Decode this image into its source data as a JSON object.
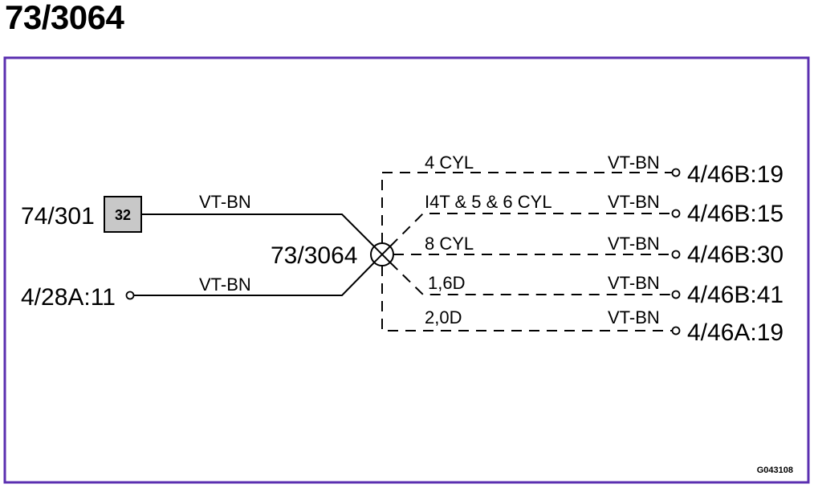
{
  "page_title": "73/3064",
  "frame_color": "#5b2fb0",
  "splice": {
    "label": "73/3064"
  },
  "left_inputs": [
    {
      "terminal": "74/301",
      "pin": "32",
      "wire_color": "VT-BN",
      "terminal_type": "connector-box"
    },
    {
      "terminal": "4/28A:11",
      "wire_color": "VT-BN",
      "terminal_type": "circle"
    }
  ],
  "right_outputs": [
    {
      "variant": "4 CYL",
      "wire_color": "VT-BN",
      "terminal": "4/46B:19"
    },
    {
      "variant": "I4T & 5 & 6 CYL",
      "wire_color": "VT-BN",
      "terminal": "4/46B:15"
    },
    {
      "variant": "8 CYL",
      "wire_color": "VT-BN",
      "terminal": "4/46B:30"
    },
    {
      "variant": "1,6D",
      "wire_color": "VT-BN",
      "terminal": "4/46B:41"
    },
    {
      "variant": "2,0D",
      "wire_color": "VT-BN",
      "terminal": "4/46A:19"
    }
  ],
  "figure_code": "G043108"
}
